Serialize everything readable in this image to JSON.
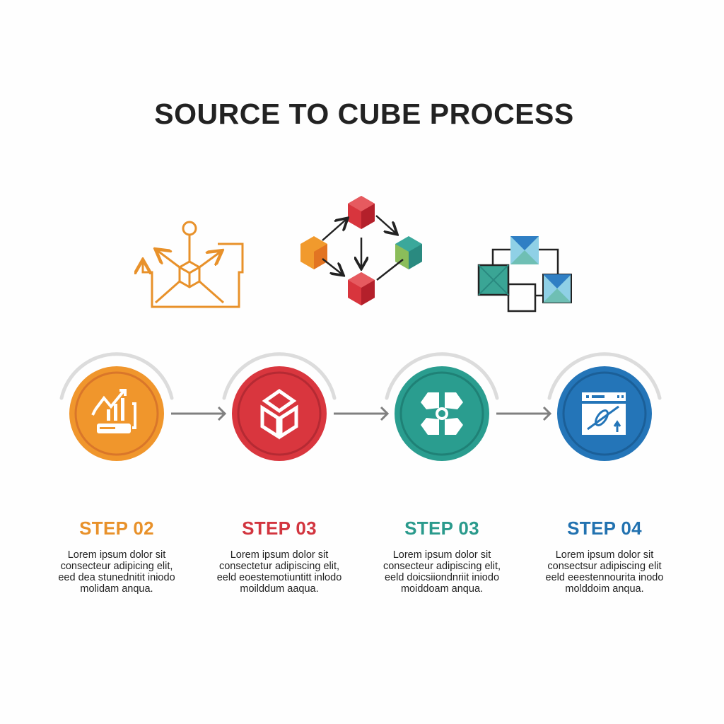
{
  "title": "SOURCE TO CUBE PROCESS",
  "colors": {
    "orange": "#f0962c",
    "red": "#d9363e",
    "teal": "#2a9d8f",
    "blue": "#2475b8",
    "arc": "#dcdcdc",
    "arrow": "#808080"
  },
  "top_icons": [
    "source-network-icon",
    "cube-flow-icon",
    "cube-mapping-icon"
  ],
  "steps": [
    {
      "label": "STEP 02",
      "color": "#e8912a",
      "icon": "chart-growth-icon",
      "lines": [
        "Lorem ipsum dolor sit",
        "consecteur adipicing elit,",
        "eed dea stunednitit iniodo",
        "molidam anqua."
      ]
    },
    {
      "label": "STEP 03",
      "color": "#d2353f",
      "icon": "cube-icon",
      "lines": [
        "Lorem ipsum dolor sit",
        "consectetur adipiscing elit,",
        "eeld eoestemotiuntitt inlodo",
        "moilddum aaqua."
      ]
    },
    {
      "label": "STEP 03",
      "color": "#2a9a8c",
      "icon": "clover-icon",
      "lines": [
        "Lorem ipsum dolor sit",
        "consecteur adipiscing elit,",
        "eeld doicsiiondnriit iniodo",
        "moiddoam anqua."
      ]
    },
    {
      "label": "STEP 04",
      "color": "#2272b0",
      "icon": "dashboard-window-icon",
      "lines": [
        "Lorem ipsum dolor sit",
        "consectsur adipiscing elit",
        "eeld eeestennourita inodo",
        "molddoim anqua."
      ]
    }
  ]
}
